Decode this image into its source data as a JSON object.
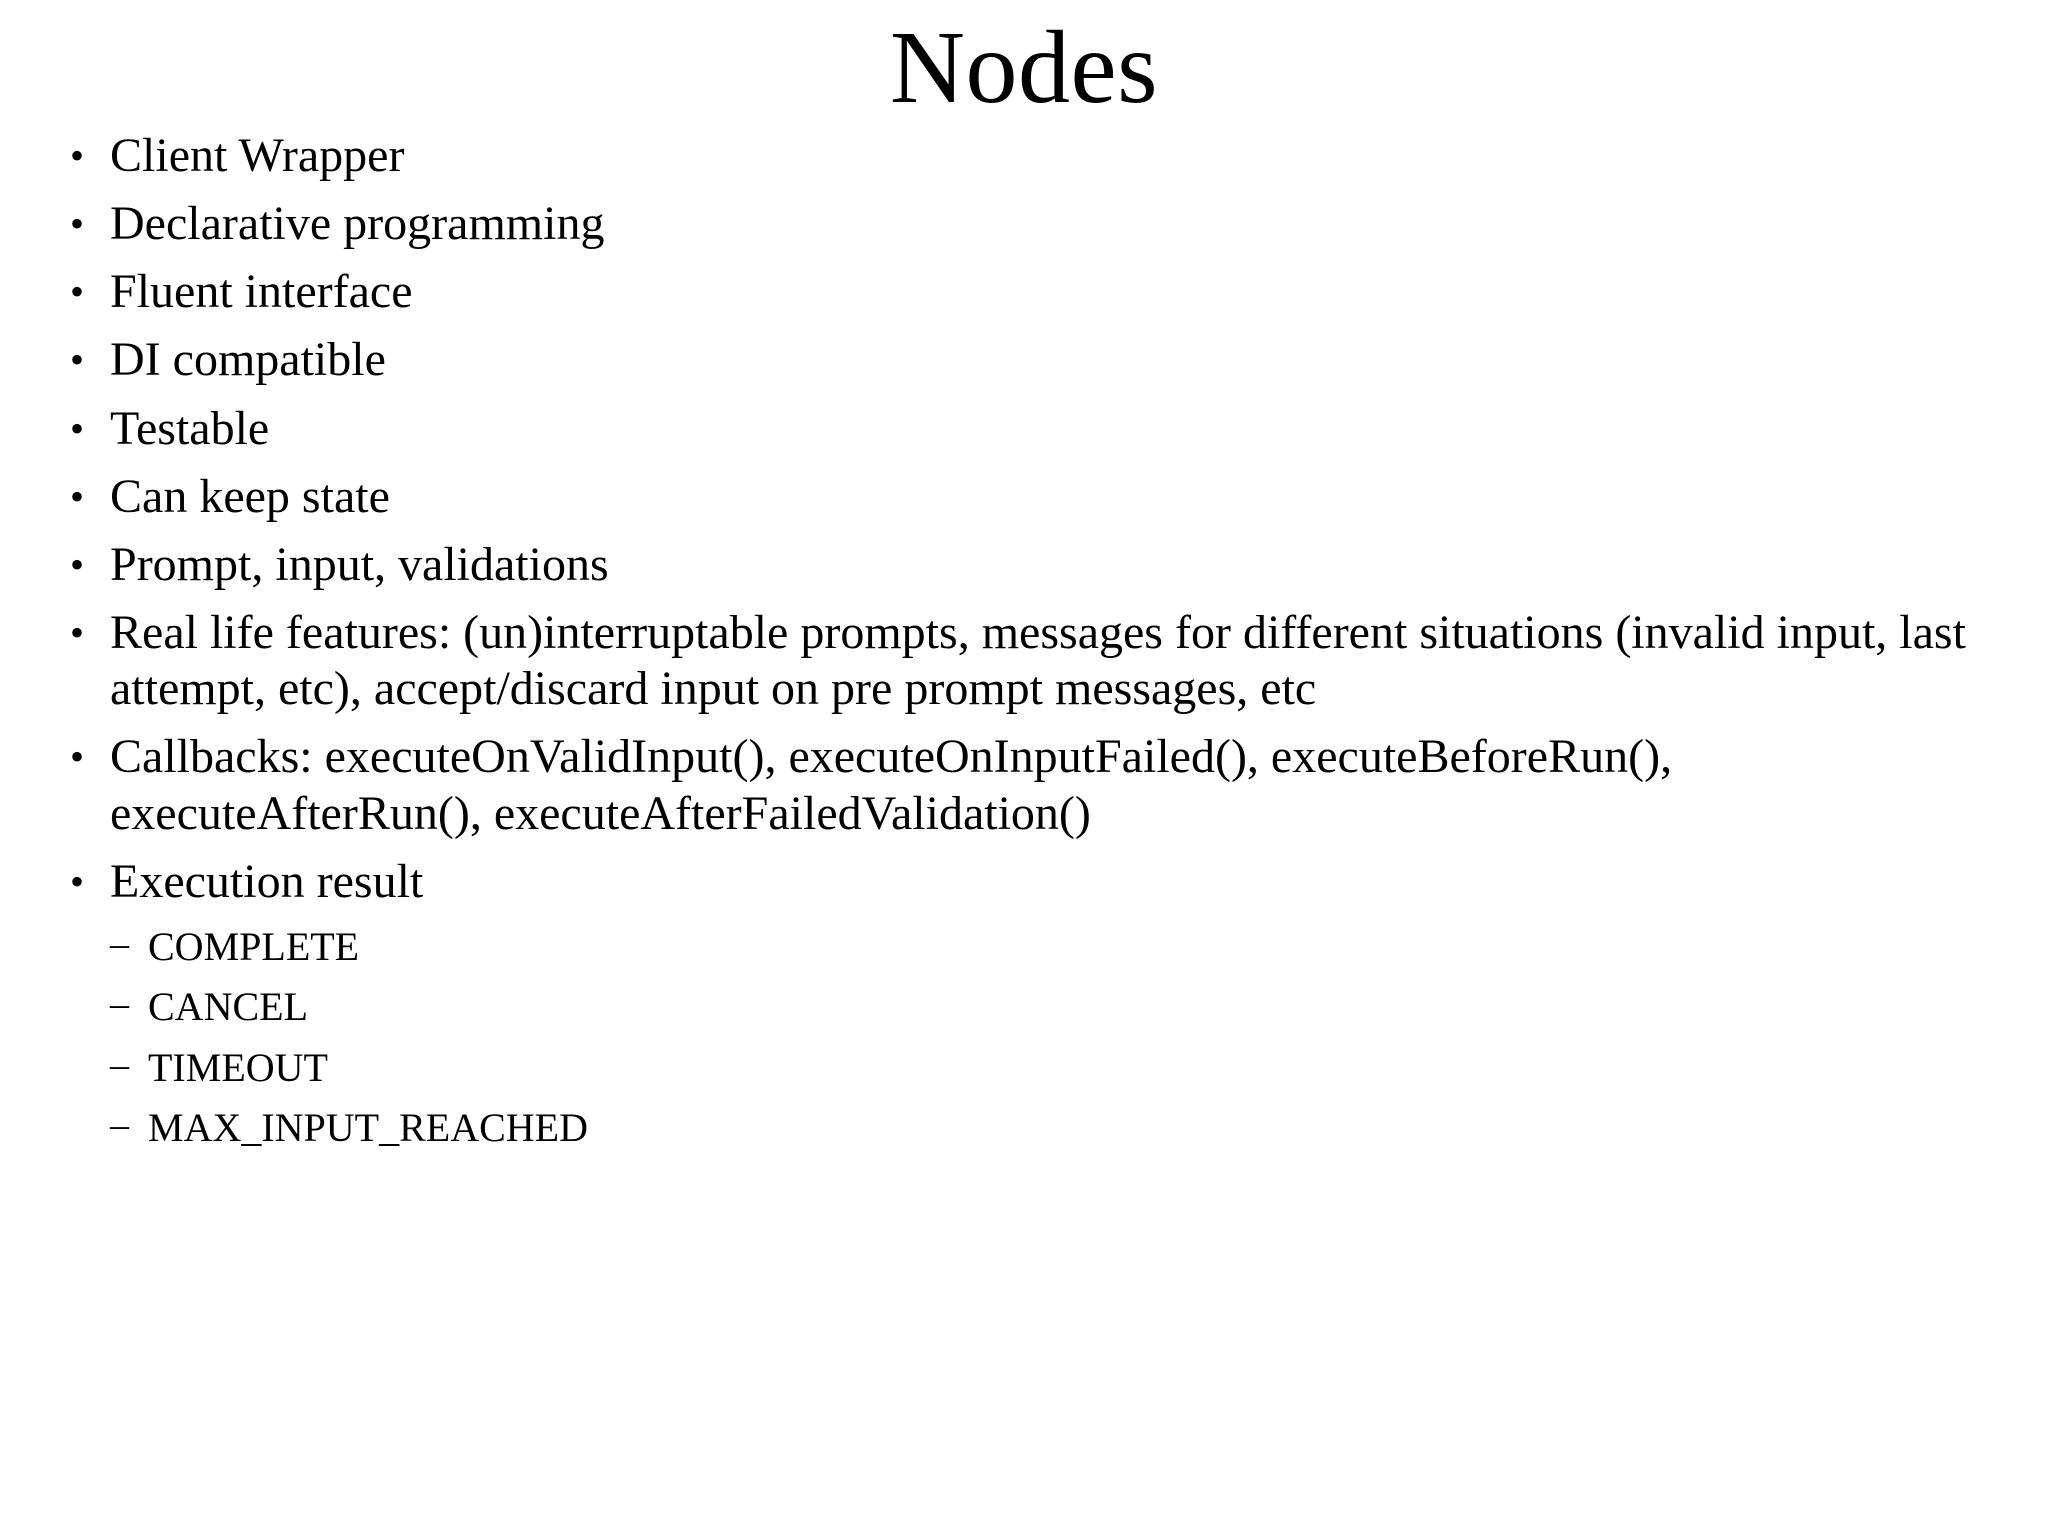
{
  "slide": {
    "title": "Nodes",
    "bullet_marker": "•",
    "sub_bullet_marker": "–",
    "bullets": [
      {
        "text": "Client Wrapper"
      },
      {
        "text": "Declarative programming"
      },
      {
        "text": "Fluent interface"
      },
      {
        "text": "DI compatible"
      },
      {
        "text": "Testable"
      },
      {
        "text": "Can keep state"
      },
      {
        "text": "Prompt, input, validations"
      },
      {
        "text": "Real life features: (un)interruptable prompts, messages for different situations (invalid input, last attempt, etc), accept/discard input on pre prompt messages, etc"
      },
      {
        "text": "Callbacks: executeOnValidInput(), executeOnInputFailed(), executeBeforeRun(), executeAfterRun(), executeAfterFailedValidation()"
      },
      {
        "text": "Execution result"
      }
    ],
    "sub_bullets": [
      {
        "text": "COMPLETE"
      },
      {
        "text": "CANCEL"
      },
      {
        "text": "TIMEOUT"
      },
      {
        "text": "MAX_INPUT_REACHED"
      }
    ],
    "colors": {
      "background": "#ffffff",
      "text": "#000000"
    }
  }
}
